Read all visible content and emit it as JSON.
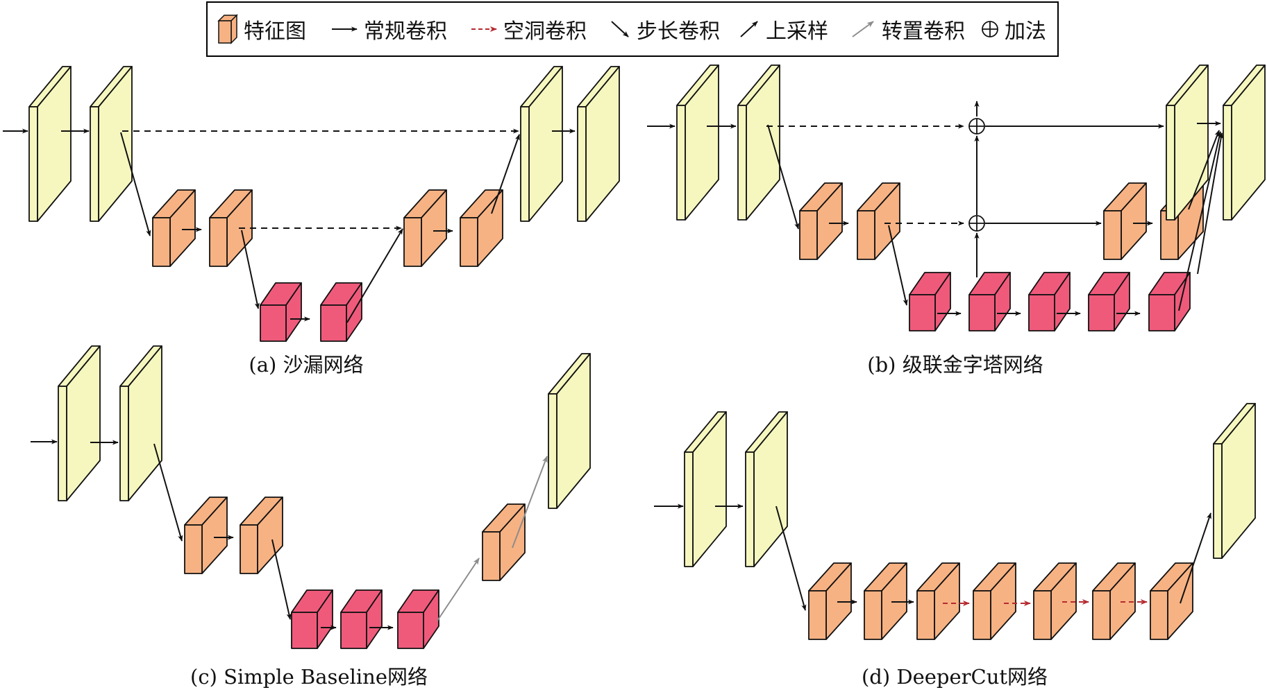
{
  "legend": {
    "feature_map": "特征图",
    "conv": "常规卷积",
    "dilated_conv": "空洞卷积",
    "strided_conv": "步长卷积",
    "upsample": "上采样",
    "transposed_conv": "转置卷积",
    "add": "加法"
  },
  "captions": {
    "a": "(a) 沙漏网络",
    "b": "(b) 级联金字塔网络",
    "c": "(c) Simple Baseline网络",
    "d": "(d) DeeperCut网络"
  },
  "colors": {
    "yellow": "#f5f7bf",
    "orange": "#f7b283",
    "pink": "#ef5a7b",
    "arrow": "#111111",
    "dilated": "#b52a2f",
    "transposed": "#8c8c8c"
  }
}
